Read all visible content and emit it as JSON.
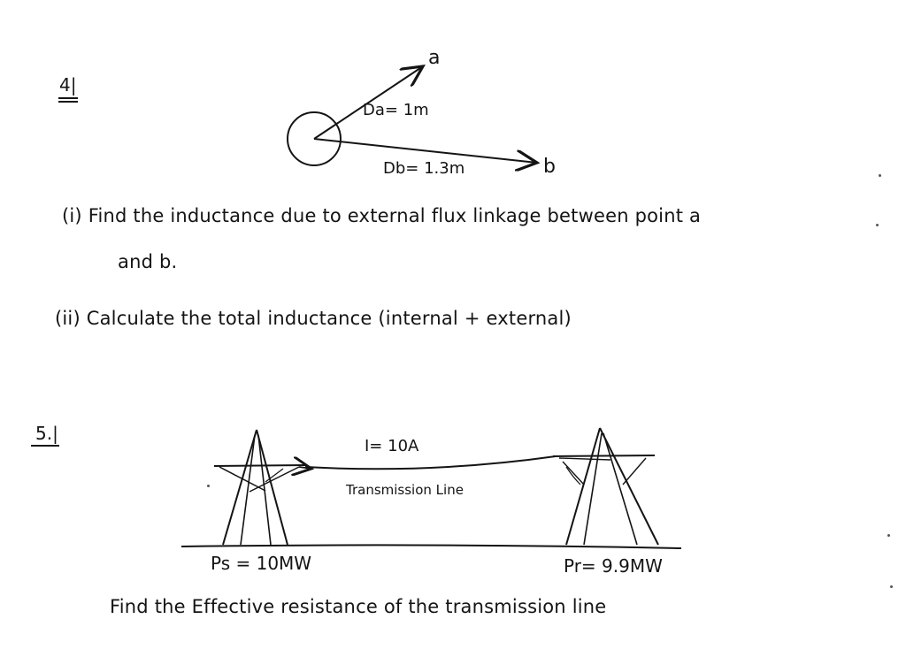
{
  "q4": {
    "number": "4|",
    "diagram": {
      "point_a": "a",
      "point_b": "b",
      "da_label": "Da= 1m",
      "db_label": "Db= 1.3m"
    },
    "part_i_line1": "(i) Find the inductance due to external flux linkage between point a",
    "part_i_line2": "and b.",
    "part_ii": "(ii) Calculate the total inductance (internal + external)"
  },
  "q5": {
    "number": "5.|",
    "diagram": {
      "current": "I= 10A",
      "line_label": "Transmission Line",
      "ps_label": "Ps = 10MW",
      "pr_label": "Pr= 9.9MW"
    },
    "question": "Find the Effective resistance of the transmission line"
  }
}
